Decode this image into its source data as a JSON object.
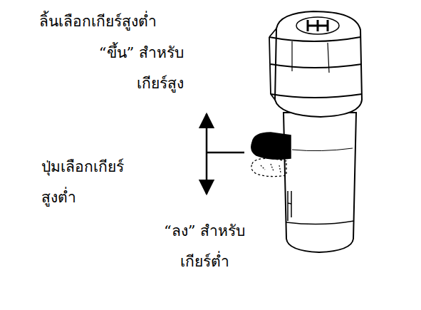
{
  "diagram": {
    "labels": [
      "ลิ้นเลือกเกียร์สูงต่ำ",
      "“ขึ้น” สำหรับ เกียร์สูง",
      "ปุ่มเลือกเกียร์ สูงต่ำ",
      "“ลง” สำหรับ เกียร์ต่ำ"
    ]
  }
}
